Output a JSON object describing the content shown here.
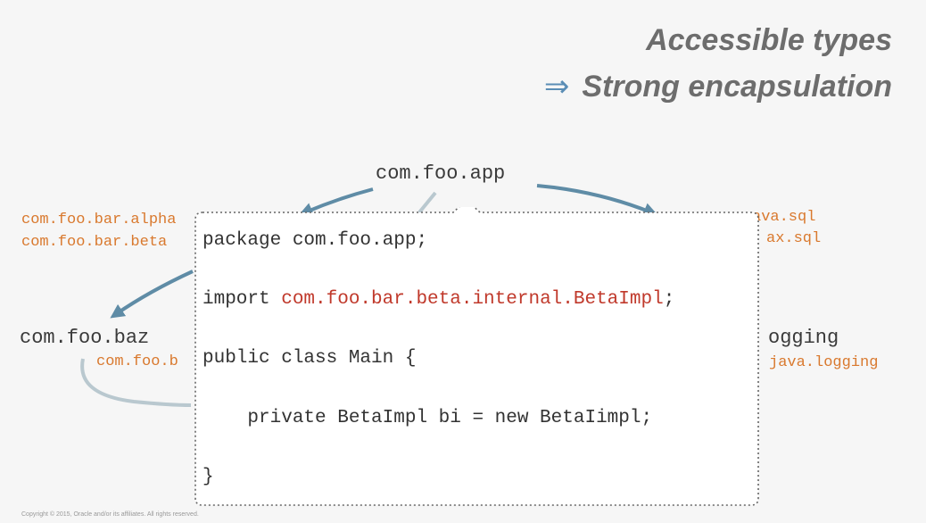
{
  "slide": {
    "title_line1": "Accessible types",
    "title_arrow": "⇒",
    "title_line2": "Strong encapsulation",
    "copyright": "Copyright © 2015, Oracle and/or its affiliates. All rights reserved."
  },
  "modules": {
    "app": "com.foo.app",
    "baz": "com.foo.baz",
    "logging": "ogging",
    "left_packages": [
      "com.foo.bar.alpha",
      "com.foo.bar.beta"
    ],
    "baz_package": "com.foo.b",
    "right_packages": [
      "ava.sql",
      "ax.sql"
    ],
    "logging_package": "java.logging"
  },
  "code": {
    "line1": "package com.foo.app;",
    "line2_prefix": "import ",
    "line2_highlight": "com.foo.bar.beta.internal.BetaImpl",
    "line2_suffix": ";",
    "line3": "public class Main {",
    "line4": "    private BetaImpl bi = new BetaIimpl;",
    "line5": "}"
  },
  "colors": {
    "arrow": "#5f8ca6",
    "package_text": "#d9792e",
    "highlight": "#c0392b",
    "title": "#6d6d6d",
    "title_arrow": "#5a8db5"
  }
}
